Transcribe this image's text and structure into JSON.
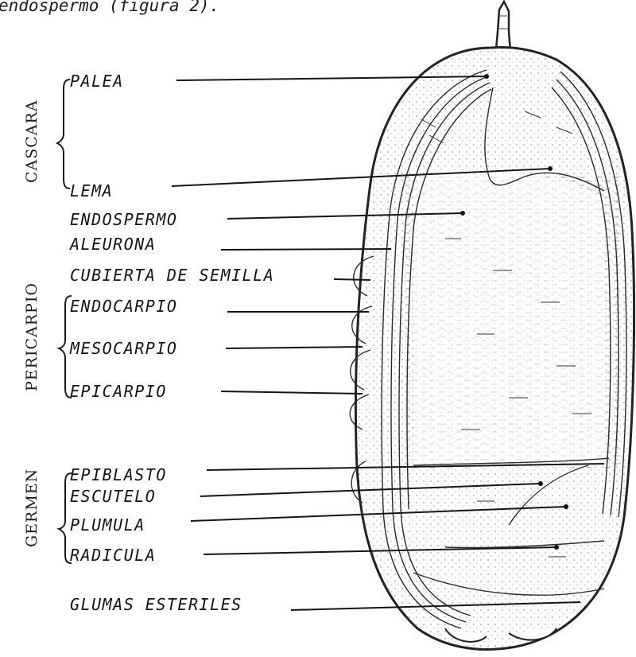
{
  "caption": "endospermo (figura 2).",
  "groups": {
    "cascara": "CASCARA",
    "pericarpio": "PERICARPIO",
    "germen": "GERMEN"
  },
  "labels": {
    "palea": "PALEA",
    "lema": "LEMA",
    "endospermo": "ENDOSPERMO",
    "aleurona": "ALEURONA",
    "cubierta_de_semilla": "CUBIERTA DE SEMILLA",
    "endocarpio": "ENDOCARPIO",
    "mesocarpio": "MESOCARPIO",
    "epicarpio": "EPICARPIO",
    "epiblasto": "EPIBLASTO",
    "escutelo": "ESCUTELO",
    "plumula": "PLUMULA",
    "radicula": "RADICULA",
    "glumas_esteriles": "GLUMAS ESTERILES"
  }
}
